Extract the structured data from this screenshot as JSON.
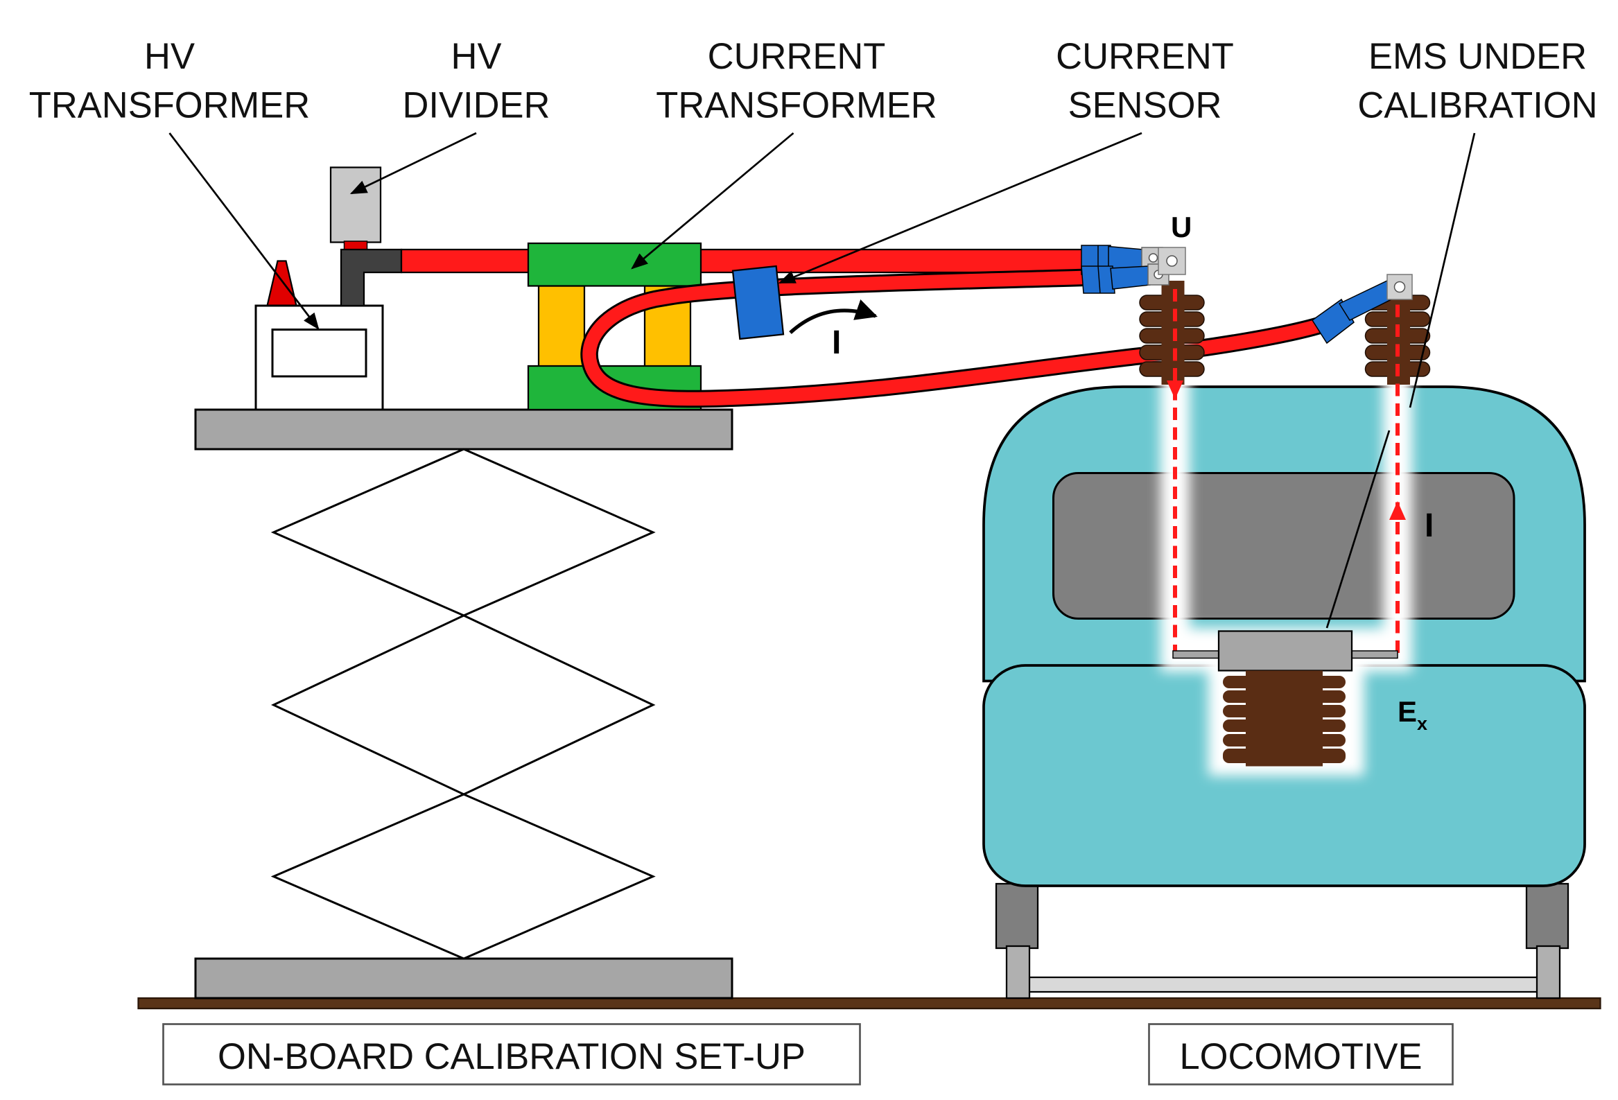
{
  "labels": {
    "hv_transformer": [
      "HV",
      "TRANSFORMER"
    ],
    "hv_divider": [
      "HV",
      "DIVIDER"
    ],
    "current_transformer": [
      "CURRENT",
      "TRANSFORMER"
    ],
    "current_sensor": [
      "CURRENT",
      "SENSOR"
    ],
    "ems": [
      "EMS UNDER",
      "CALIBRATION"
    ]
  },
  "symbols": {
    "voltage": "U",
    "current_cable": "I",
    "current_loco": "I",
    "ex_main": "E",
    "ex_sub": "x"
  },
  "boxes": {
    "setup": "ON-BOARD CALIBRATION SET-UP",
    "locomotive": "LOCOMOTIVE"
  },
  "colors": {
    "cable": "#ff1a1a",
    "connector": "#1f6fd1",
    "ct_core": "#1fb53b",
    "ct_leg": "#ffc000",
    "locomotive": "#6cc8d0",
    "window": "#808080",
    "insulator": "#5a2d14",
    "gray_part": "#a6a6a6",
    "rail": "#5a3418"
  }
}
